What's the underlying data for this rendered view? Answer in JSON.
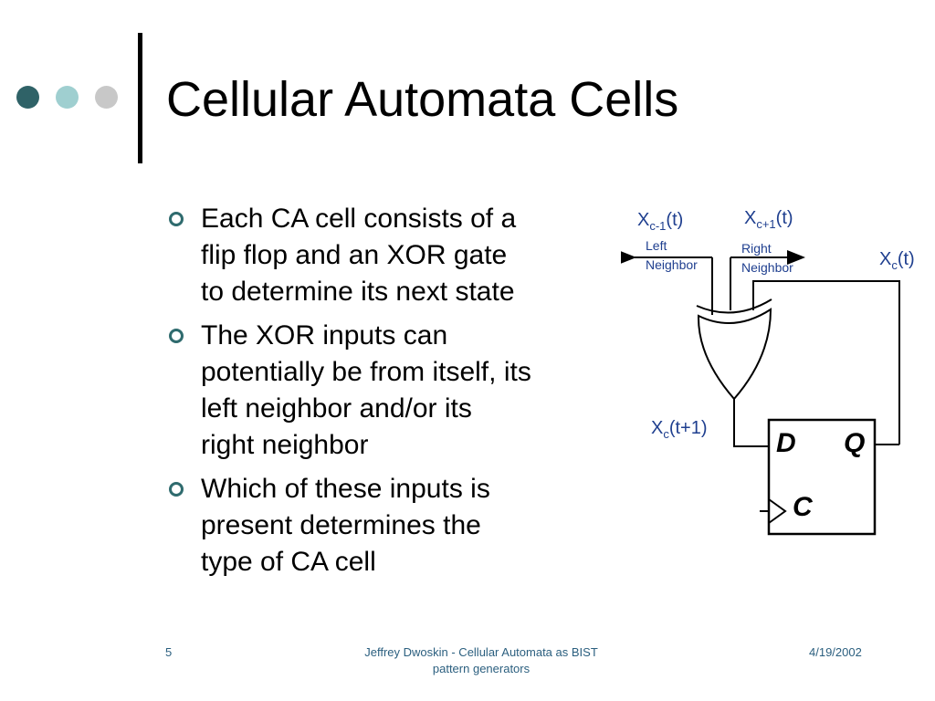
{
  "slide": {
    "title": "Cellular Automata Cells",
    "bullets": [
      {
        "text": "Each CA cell consists of a\nflip flop and an XOR gate\nto determine its next state"
      },
      {
        "text": "The XOR inputs can\npotentially be from itself, its\nleft neighbor and/or its\nright neighbor"
      },
      {
        "text": "Which of these inputs is\npresent determines the\ntype of CA cell"
      }
    ]
  },
  "diagram": {
    "in_left": {
      "base": "X",
      "sub": "c-1",
      "suffix": "(t)"
    },
    "in_right": {
      "base": "X",
      "sub": "c+1",
      "suffix": "(t)"
    },
    "left_label": [
      "Left",
      "Neighbor"
    ],
    "right_label": [
      "Right",
      "Neighbor"
    ],
    "out_self": {
      "base": "X",
      "sub": "c",
      "suffix": "(t)"
    },
    "next_state": {
      "base": "X",
      "sub": "c",
      "suffix": "(t+1)"
    },
    "ff_d": "D",
    "ff_q": "Q",
    "ff_c": "C"
  },
  "footer": {
    "page": "5",
    "center": "Jeffrey Dwoskin - Cellular Automata as BIST\npattern generators",
    "date": "4/19/2002"
  },
  "colors": {
    "dot_dark": "#2f6267",
    "dot_mid": "#9fcfd0",
    "dot_light": "#c8c8c8",
    "accent": "#2b5f7f",
    "bullet": "#2f6b6e",
    "label_blue": "#1f3f8f"
  }
}
